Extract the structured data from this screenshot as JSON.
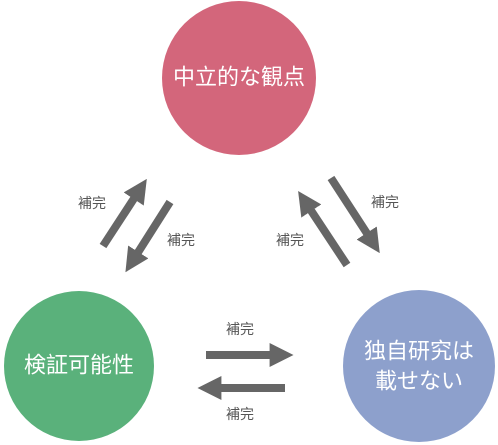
{
  "nodes": {
    "top": {
      "label_lines": [
        "中立的な観点"
      ],
      "color": "#d3667b"
    },
    "left": {
      "label_lines": [
        "検証可能性"
      ],
      "color": "#5ab17b"
    },
    "right": {
      "label_lines": [
        "独自研究は",
        "載せない"
      ],
      "color": "#8da0cc"
    }
  },
  "edges": {
    "top_left_up": "補完",
    "top_left_down": "補完",
    "top_right_down": "補完",
    "top_right_up": "補完",
    "left_right_forward": "補完",
    "left_right_back": "補完"
  },
  "arrow_color": "#666666"
}
